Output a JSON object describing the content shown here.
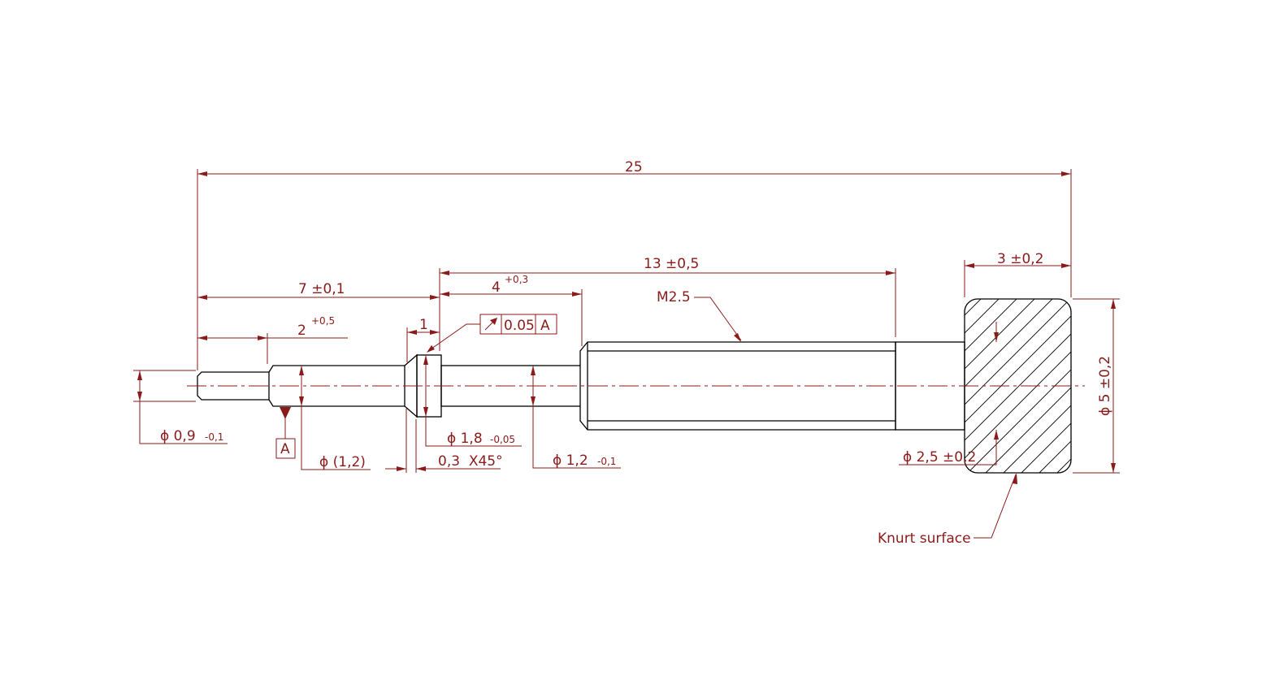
{
  "colors": {
    "dimension": "#8b1a1a",
    "part": "#000000",
    "background": "#ffffff"
  },
  "labels": {
    "overall_length": "25",
    "len_7": "7 ±0,1",
    "len_2": "2",
    "len_2_tol": "+0,5",
    "len_1": "1",
    "len_13": "13 ±0,5",
    "len_4": "4",
    "len_4_tol": "+0,3",
    "len_3": "3 ±0,2",
    "thread": "M2.5",
    "runout_value": "0.05",
    "runout_datum": "A",
    "datum_a": "A",
    "dia_09": "ϕ 0,9",
    "dia_09_tol": "-0,1",
    "dia_12_ref": "ϕ (1,2)",
    "dia_18": "ϕ 1,8",
    "dia_18_tol": "-0,05",
    "chamfer": "0,3  X45°",
    "dia_12": "ϕ 1,2",
    "dia_12_tol": "-0,1",
    "dia_25": "ϕ 2,5 ±0,2",
    "dia_5": "ϕ 5 ±0,2",
    "knurl": "Knurt surface"
  },
  "icons": {
    "runout": "runout-arrow-icon",
    "datum": "datum-triangle-icon"
  }
}
